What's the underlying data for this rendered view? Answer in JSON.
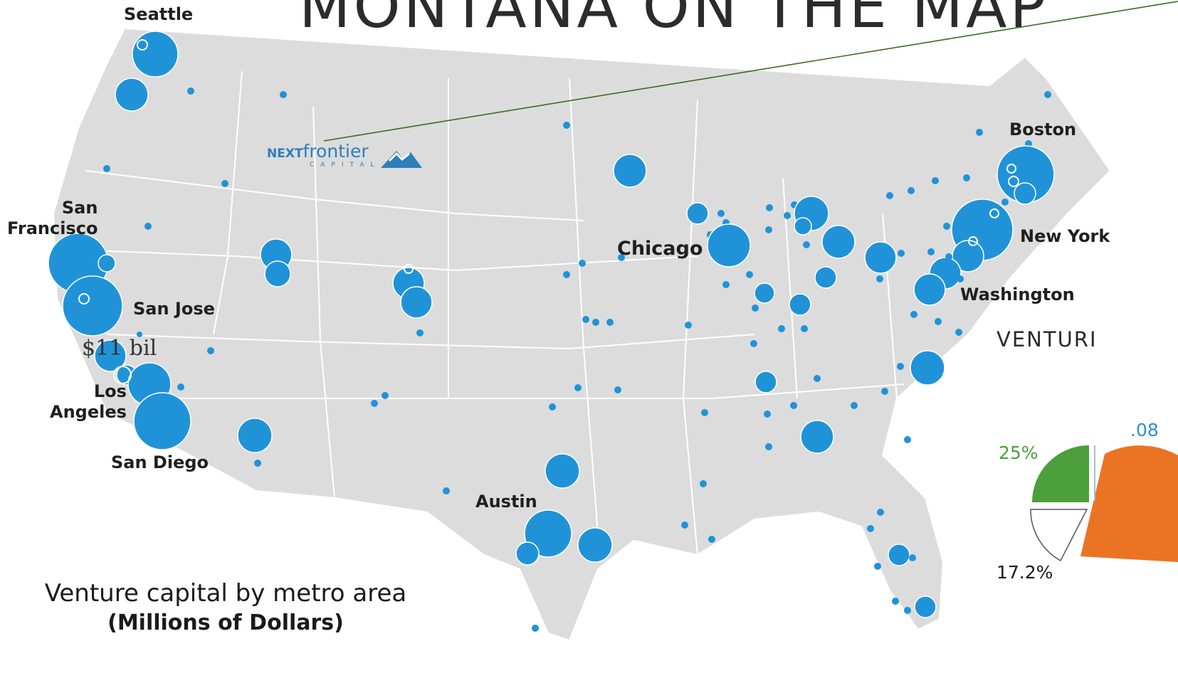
{
  "title": "MONTANA ON THE MAP",
  "logo": {
    "text_bold": "NEXT",
    "text_light": "frontier",
    "subtext": "CAPITAL"
  },
  "cities": [
    {
      "id": "seattle",
      "label": "Seattle"
    },
    {
      "id": "san-francisco",
      "label": "San\nFrancisco"
    },
    {
      "id": "san-jose",
      "label": "San Jose"
    },
    {
      "id": "los-angeles",
      "label": "Los\nAngeles"
    },
    {
      "id": "san-diego",
      "label": "San Diego"
    },
    {
      "id": "chicago",
      "label": "Chicago"
    },
    {
      "id": "austin",
      "label": "Austin"
    },
    {
      "id": "boston",
      "label": "Boston"
    },
    {
      "id": "new-york",
      "label": "New York"
    },
    {
      "id": "washington",
      "label": "Washington"
    }
  ],
  "annotation": "$11 bil",
  "caption": {
    "line1": "Venture capital by metro area",
    "line2": "(Millions of Dollars)"
  },
  "venture": {
    "heading": "VENTURI",
    "labels": {
      "green": "25%",
      "white": "17.2%",
      "blue": ".08"
    },
    "colors": {
      "green": "#4d9e3d",
      "orange": "#ea7424",
      "outline": "#555555",
      "blue_text": "#2e8fd3"
    }
  },
  "colors": {
    "bubble": "#2093d8",
    "land": "#dcdcdc",
    "ocean": "#ffffff",
    "border": "#ffffff",
    "pointer_line": "#3d6b1e"
  }
}
